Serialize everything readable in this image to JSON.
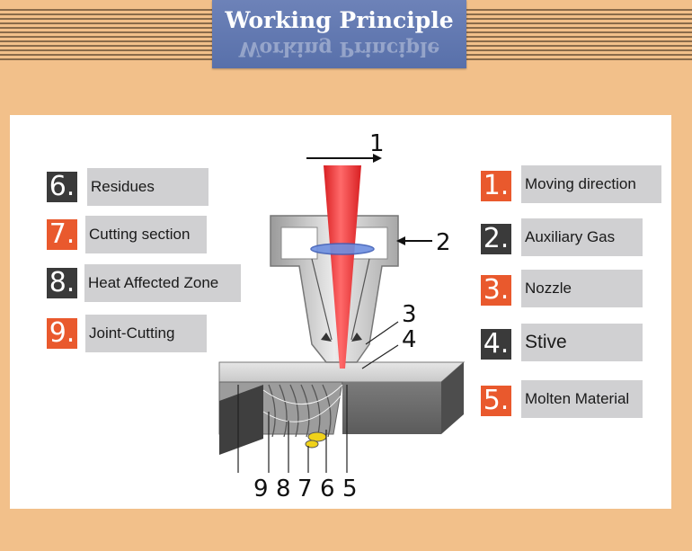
{
  "header": {
    "title": "Working Principle"
  },
  "diagram": {
    "callouts": [
      "1",
      "2",
      "3",
      "4",
      "9",
      "8",
      "7",
      "6",
      "5"
    ]
  },
  "legend_left": [
    {
      "num": "6.",
      "label": "Residues",
      "color": "dark"
    },
    {
      "num": "7.",
      "label": "Cutting section",
      "color": "orange"
    },
    {
      "num": "8.",
      "label": "Heat Affected Zone",
      "color": "dark"
    },
    {
      "num": "9.",
      "label": "Joint-Cutting",
      "color": "orange"
    }
  ],
  "legend_right": [
    {
      "num": "1.",
      "label": "Moving direction",
      "color": "orange"
    },
    {
      "num": "2.",
      "label": "Auxiliary Gas",
      "color": "dark"
    },
    {
      "num": "3.",
      "label": "Nozzle",
      "color": "orange"
    },
    {
      "num": "4.",
      "label": "Stive",
      "color": "dark"
    },
    {
      "num": "5.",
      "label": "Molten Material",
      "color": "orange"
    }
  ],
  "colors": {
    "orange": "#e9592d",
    "dark": "#3a3a3a",
    "laser": "#e8322f",
    "background": "#f2c08a",
    "title_box": "#5f76ae"
  }
}
